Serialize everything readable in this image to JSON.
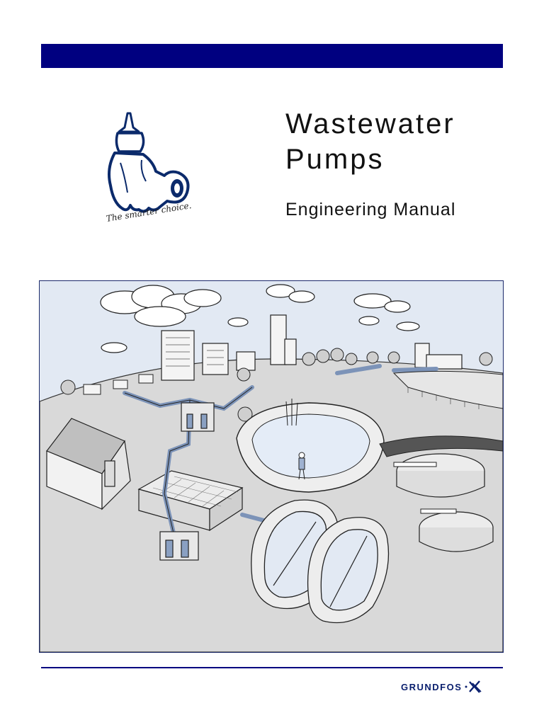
{
  "header": {
    "bar_color": "#000080"
  },
  "logo": {
    "icon": "pump-logo-icon",
    "tagline": "The smarter choice."
  },
  "title": {
    "line1": "Wastewater",
    "line2": "Pumps",
    "subtitle": "Engineering Manual"
  },
  "illustration": {
    "icon": "wastewater-treatment-landscape-illustration"
  },
  "footer": {
    "brand": "GRUNDFOS",
    "brand_icon": "grundfos-x-icon",
    "brand_color": "#0a1f6e"
  }
}
